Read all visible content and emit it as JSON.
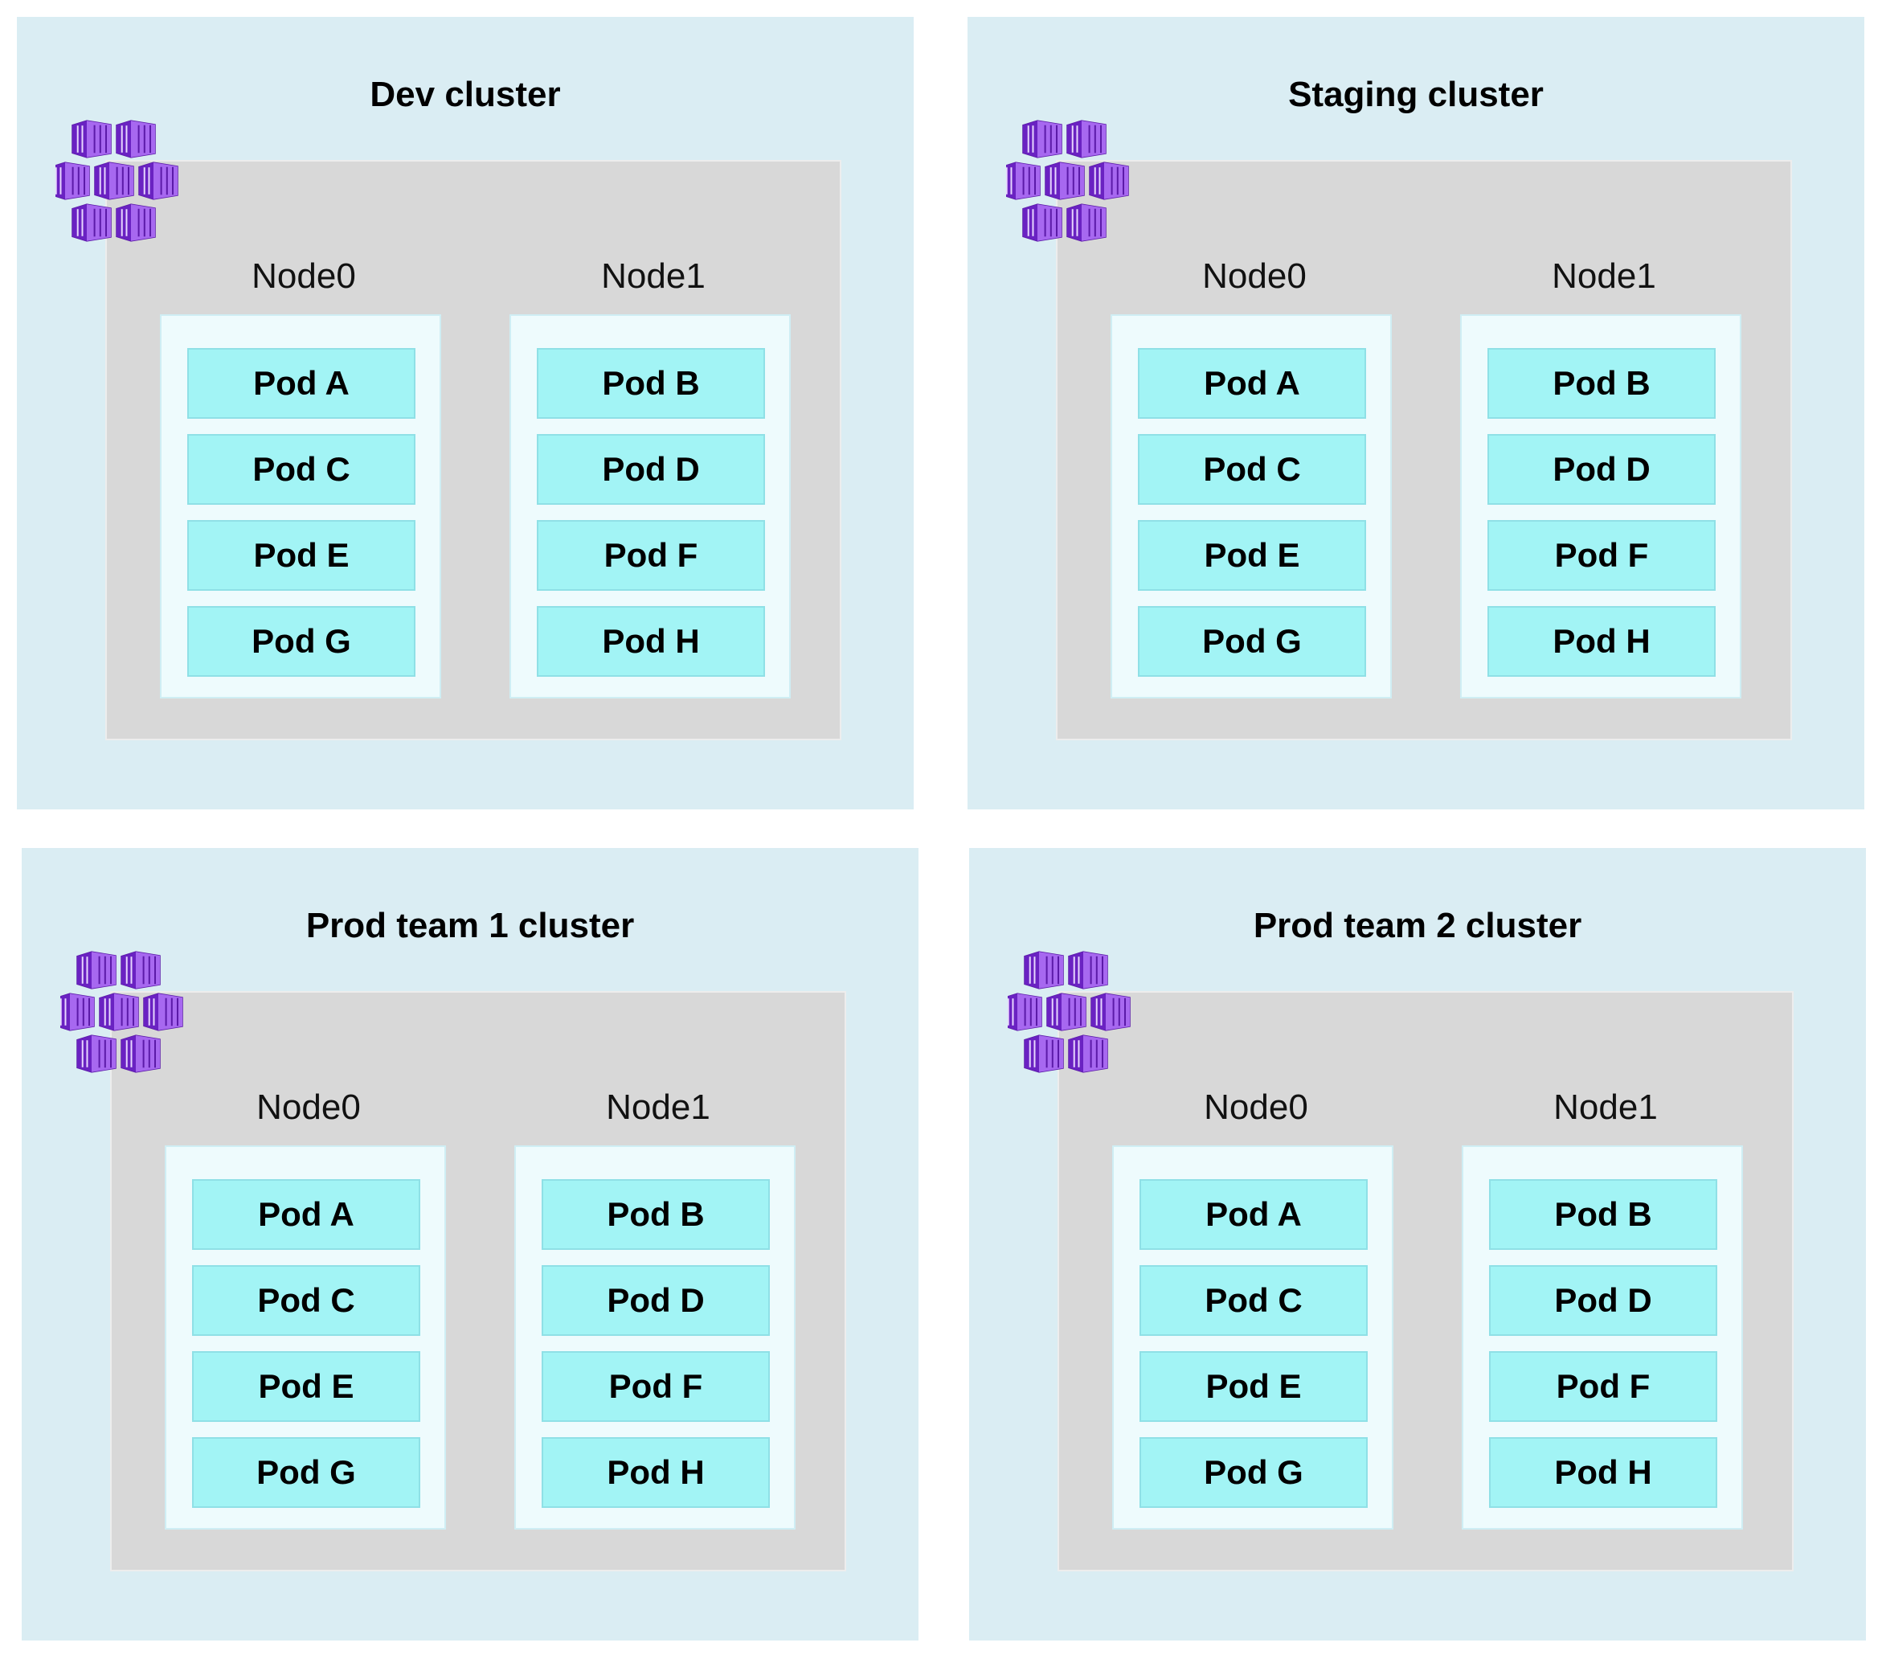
{
  "clusters": [
    {
      "title": "Dev cluster",
      "nodes": [
        {
          "label": "Node0",
          "pods": [
            "Pod A",
            "Pod C",
            "Pod E",
            "Pod G"
          ]
        },
        {
          "label": "Node1",
          "pods": [
            "Pod B",
            "Pod D",
            "Pod F",
            "Pod H"
          ]
        }
      ]
    },
    {
      "title": "Staging cluster",
      "nodes": [
        {
          "label": "Node0",
          "pods": [
            "Pod A",
            "Pod C",
            "Pod E",
            "Pod G"
          ]
        },
        {
          "label": "Node1",
          "pods": [
            "Pod B",
            "Pod D",
            "Pod F",
            "Pod H"
          ]
        }
      ]
    },
    {
      "title": "Prod team 1 cluster",
      "nodes": [
        {
          "label": "Node0",
          "pods": [
            "Pod A",
            "Pod C",
            "Pod E",
            "Pod G"
          ]
        },
        {
          "label": "Node1",
          "pods": [
            "Pod B",
            "Pod D",
            "Pod F",
            "Pod H"
          ]
        }
      ]
    },
    {
      "title": "Prod team 2 cluster",
      "nodes": [
        {
          "label": "Node0",
          "pods": [
            "Pod A",
            "Pod C",
            "Pod E",
            "Pod G"
          ]
        },
        {
          "label": "Node1",
          "pods": [
            "Pod B",
            "Pod D",
            "Pod F",
            "Pod H"
          ]
        }
      ]
    }
  ],
  "icon": "kubernetes-cluster-icon",
  "colors": {
    "cluster_bg": "#daedf3",
    "node_area_bg": "#d8d8d8",
    "node_bg": "#eefbfd",
    "pod_bg": "#a2f4f5",
    "icon_purple": "#8a3ee0"
  }
}
